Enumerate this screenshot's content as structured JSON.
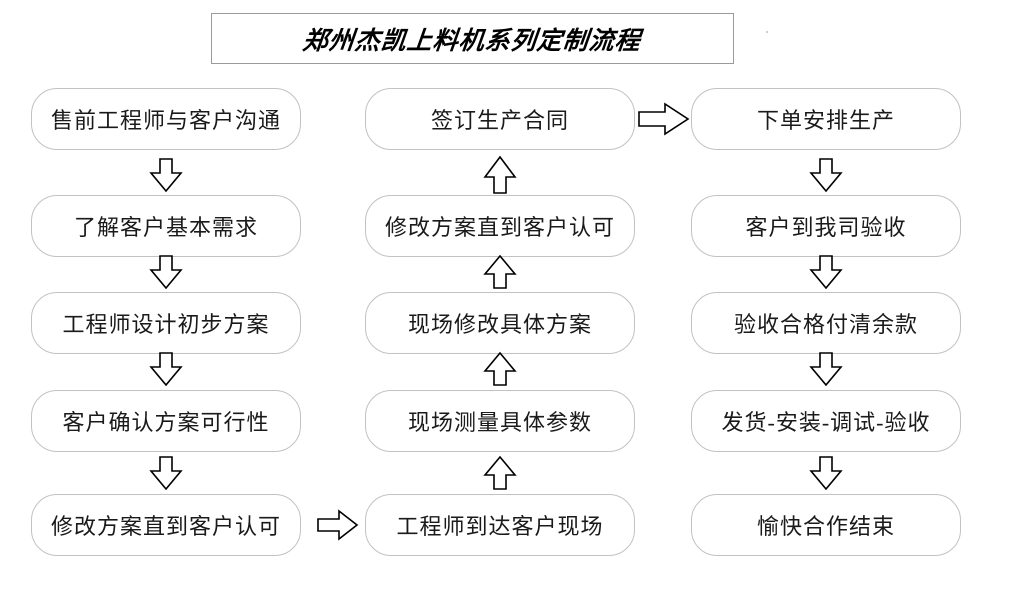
{
  "document": {
    "title": "郑州杰凯上料机系列定制流程",
    "background_color": "#ffffff",
    "border_color": "#c2c2c2",
    "text_color": "#1a1a1a"
  },
  "flow": {
    "columns": [
      {
        "id": "column-left",
        "direction": "down",
        "nodes": [
          {
            "id": "node-l1",
            "label": "售前工程师与客户沟通"
          },
          {
            "id": "node-l2",
            "label": "了解客户基本需求"
          },
          {
            "id": "node-l3",
            "label": "工程师设计初步方案"
          },
          {
            "id": "node-l4",
            "label": "客户确认方案可行性"
          },
          {
            "id": "node-l5",
            "label": "修改方案直到客户认可"
          }
        ]
      },
      {
        "id": "column-middle",
        "direction": "up",
        "nodes": [
          {
            "id": "node-m1",
            "label": "签订生产合同"
          },
          {
            "id": "node-m2",
            "label": "修改方案直到客户认可"
          },
          {
            "id": "node-m3",
            "label": "现场修改具体方案"
          },
          {
            "id": "node-m4",
            "label": "现场测量具体参数"
          },
          {
            "id": "node-m5",
            "label": "工程师到达客户现场"
          }
        ]
      },
      {
        "id": "column-right",
        "direction": "down",
        "nodes": [
          {
            "id": "node-r1",
            "label": "下单安排生产"
          },
          {
            "id": "node-r2",
            "label": "客户到我司验收"
          },
          {
            "id": "node-r3",
            "label": "验收合格付清余款"
          },
          {
            "id": "node-r4",
            "label": "发货-安装-调试-验收"
          },
          {
            "id": "node-r5",
            "label": "愉快合作结束"
          }
        ]
      }
    ],
    "connectors": [
      {
        "id": "arrow-left-1-2",
        "icon": "arrow-down-icon",
        "direction": "down"
      },
      {
        "id": "arrow-left-2-3",
        "icon": "arrow-down-icon",
        "direction": "down"
      },
      {
        "id": "arrow-left-3-4",
        "icon": "arrow-down-icon",
        "direction": "down"
      },
      {
        "id": "arrow-left-4-5",
        "icon": "arrow-down-icon",
        "direction": "down"
      },
      {
        "id": "arrow-left-to-middle",
        "icon": "arrow-right-icon",
        "direction": "right"
      },
      {
        "id": "arrow-mid-5-4",
        "icon": "arrow-up-icon",
        "direction": "up"
      },
      {
        "id": "arrow-mid-4-3",
        "icon": "arrow-up-icon",
        "direction": "up"
      },
      {
        "id": "arrow-mid-3-2",
        "icon": "arrow-up-icon",
        "direction": "up"
      },
      {
        "id": "arrow-mid-2-1",
        "icon": "arrow-up-icon",
        "direction": "up"
      },
      {
        "id": "arrow-middle-to-right",
        "icon": "arrow-right-icon",
        "direction": "right"
      },
      {
        "id": "arrow-right-1-2",
        "icon": "arrow-down-icon",
        "direction": "down"
      },
      {
        "id": "arrow-right-2-3",
        "icon": "arrow-down-icon",
        "direction": "down"
      },
      {
        "id": "arrow-right-3-4",
        "icon": "arrow-down-icon",
        "direction": "down"
      },
      {
        "id": "arrow-right-4-5",
        "icon": "arrow-down-icon",
        "direction": "down"
      }
    ]
  }
}
